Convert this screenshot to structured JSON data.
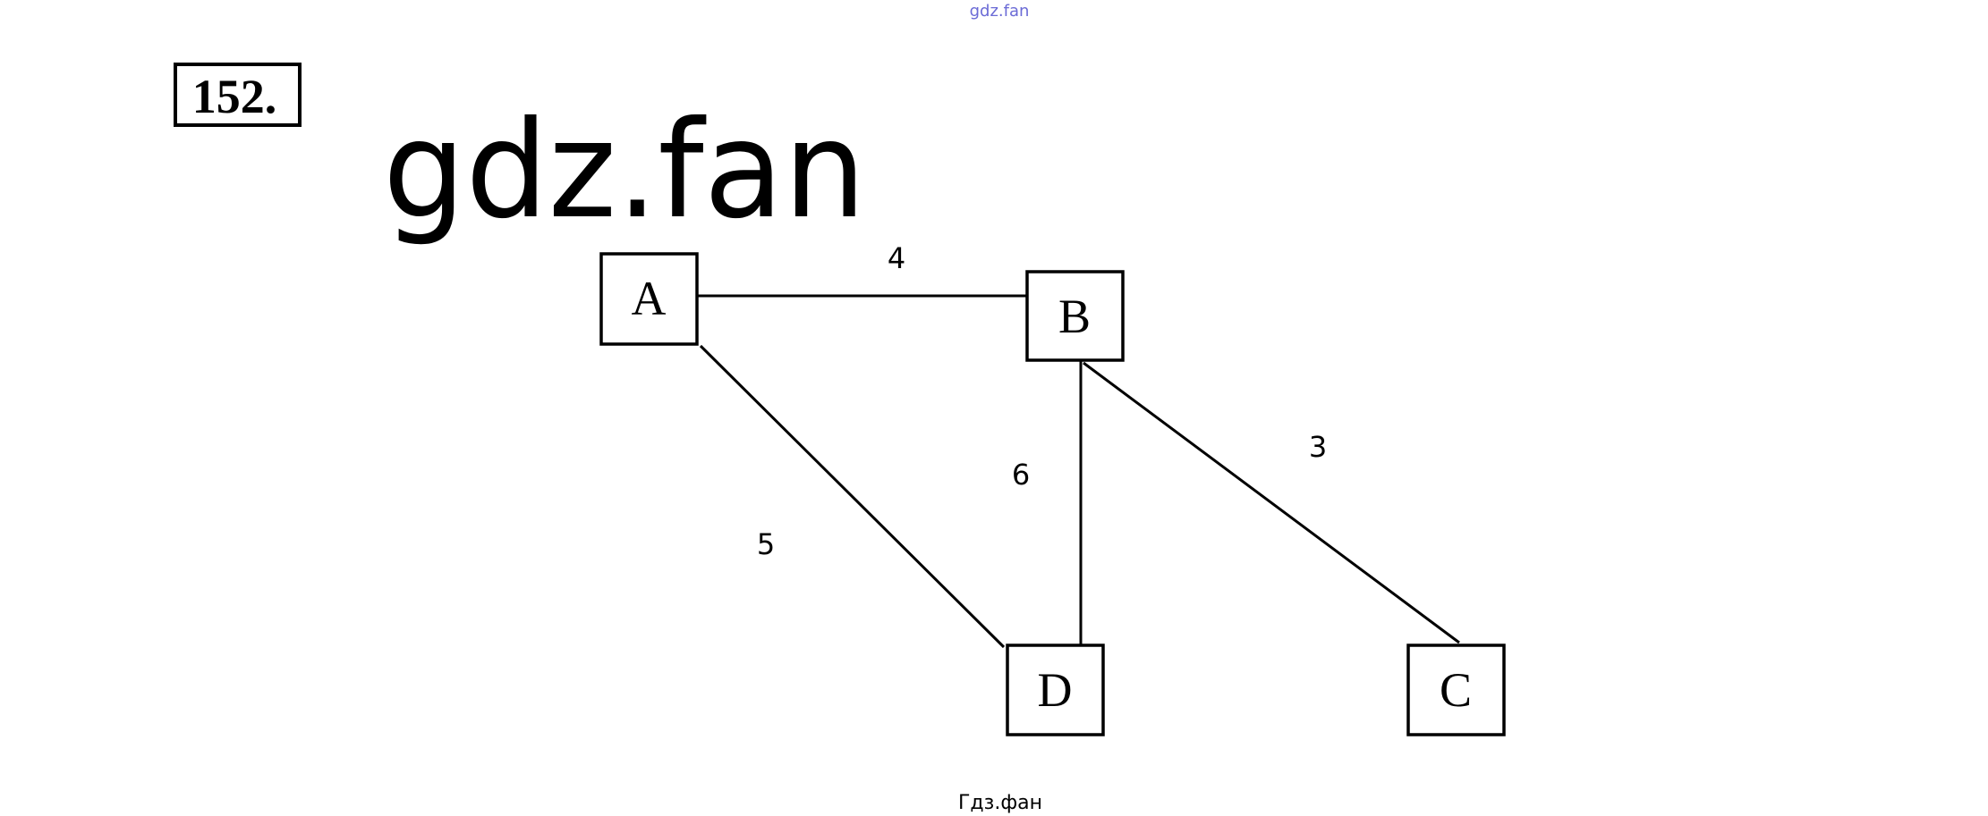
{
  "header": {
    "watermark_top": "gdz.fan",
    "problem_number": "152.",
    "watermark_big": "gdz.fan"
  },
  "graph": {
    "nodes": [
      {
        "id": "A",
        "label": "A"
      },
      {
        "id": "B",
        "label": "B"
      },
      {
        "id": "C",
        "label": "C"
      },
      {
        "id": "D",
        "label": "D"
      }
    ],
    "edges": [
      {
        "from": "A",
        "to": "B",
        "weight": "4"
      },
      {
        "from": "A",
        "to": "D",
        "weight": "5"
      },
      {
        "from": "B",
        "to": "D",
        "weight": "6"
      },
      {
        "from": "B",
        "to": "C",
        "weight": "3"
      }
    ]
  },
  "footer": {
    "watermark": "Гдз.фан"
  },
  "colors": {
    "ink": "#000000",
    "watermark_blue": "#6b6bd6"
  }
}
